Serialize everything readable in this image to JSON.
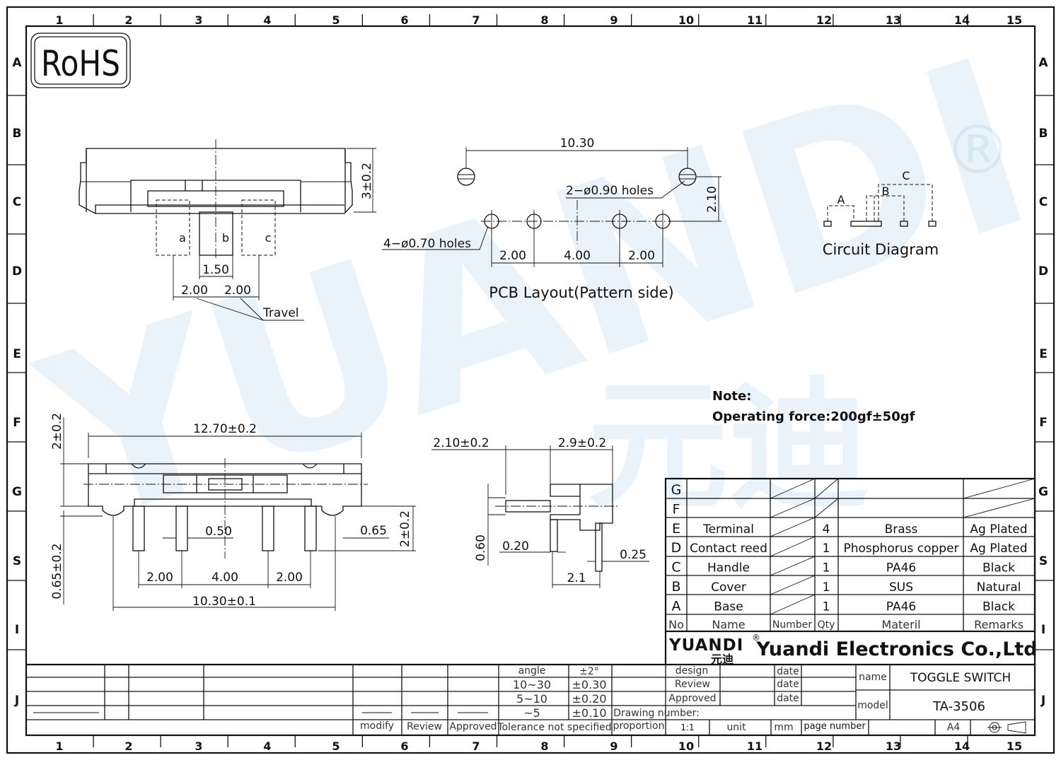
{
  "border": {
    "columns": [
      "1",
      "2",
      "3",
      "4",
      "5",
      "6",
      "7",
      "8",
      "9",
      "10",
      "11",
      "12",
      "13",
      "14",
      "15"
    ],
    "rows": [
      "A",
      "B",
      "C",
      "D",
      "E",
      "F",
      "G",
      "S",
      "I",
      "J"
    ]
  },
  "rohs_label": "RoHS",
  "watermark": {
    "text": "YUANDI",
    "cn": "元迪",
    "mark": "®"
  },
  "side_view": {
    "height_dim": "3±0.2",
    "pos_a": "a",
    "pos_b": "b",
    "pos_c": "c",
    "dim_150": "1.50",
    "dim_200_left": "2.00",
    "dim_200_right": "2.00",
    "travel": "Travel"
  },
  "pcb": {
    "dim_1030": "10.30",
    "holes_090": "2−ø0.90  holes",
    "dim_210": "2.10",
    "holes_070": "4−ø0.70  holes",
    "dim_200a": "2.00",
    "dim_400": "4.00",
    "dim_200b": "2.00",
    "title": "PCB  Layout(Pattern  side)"
  },
  "circuit": {
    "label_a": "A",
    "label_b": "B",
    "label_c": "C",
    "title": "Circuit  Diagram"
  },
  "note": {
    "title": "Note:",
    "text": "Operating force:200gf±50gf"
  },
  "front_view": {
    "dim_width": "12.70±0.2",
    "dim_height": "2±0.2",
    "dim_050": "0.50",
    "dim_065": "0.65",
    "dim_pin_h": "2±0.2",
    "dim_065b": "0.65±0.2",
    "dim_200a": "2.00",
    "dim_400": "4.00",
    "dim_200b": "2.00",
    "dim_1030": "10.30±0.1"
  },
  "end_view": {
    "dim_210": "2.10±0.2",
    "dim_29": "2.9±0.2",
    "dim_060": "0.60",
    "dim_020": "0.20",
    "dim_025": "0.25",
    "dim_21": "2.1"
  },
  "bom": {
    "rows": [
      {
        "no": "G",
        "name": "",
        "qty": "",
        "material": "",
        "remarks": ""
      },
      {
        "no": "F",
        "name": "",
        "qty": "",
        "material": "",
        "remarks": ""
      },
      {
        "no": "E",
        "name": "Terminal",
        "qty": "4",
        "material": "Brass",
        "remarks": "Ag  Plated"
      },
      {
        "no": "D",
        "name": "Contact reed",
        "qty": "1",
        "material": "Phosphorus copper",
        "remarks": "Ag  Plated"
      },
      {
        "no": "C",
        "name": "Handle",
        "qty": "1",
        "material": "PA46",
        "remarks": "Black"
      },
      {
        "no": "B",
        "name": "Cover",
        "qty": "1",
        "material": "SUS",
        "remarks": "Natural"
      },
      {
        "no": "A",
        "name": "Base",
        "qty": "1",
        "material": "PA46",
        "remarks": "Black"
      }
    ],
    "header": {
      "no": "No",
      "name": "Name",
      "number": "Number",
      "qty": "Qty",
      "material": "Materil",
      "remarks": "Remarks"
    }
  },
  "company": {
    "logo": "YUANDI",
    "logo_cn": "元迪",
    "reg": "®",
    "name": "Yuandi Electronics Co.,Ltd"
  },
  "title_block": {
    "design": "design",
    "review": "Review",
    "approved": "Approved",
    "date1": "date",
    "date2": "date",
    "date3": "date",
    "name_label": "name",
    "name_value": "TOGGLE SWITCH",
    "model_label": "model",
    "model_value": "TA-3506",
    "drawing_number": "Drawing number:",
    "proportion": "proportion",
    "scale": "1:1",
    "unit": "unit",
    "mm": "mm",
    "page_number": "page number",
    "paper": "A4"
  },
  "tolerance": {
    "angle": "angle",
    "angle_tol": "±2°",
    "r1": "10~30",
    "r1_tol": "±0.30",
    "r2": "5~10",
    "r2_tol": "±0.20",
    "r3": "~5",
    "r3_tol": "±0.10",
    "footer": "Tolerance not specified",
    "modify": "modify",
    "review": "Review",
    "approved": "Approved"
  }
}
